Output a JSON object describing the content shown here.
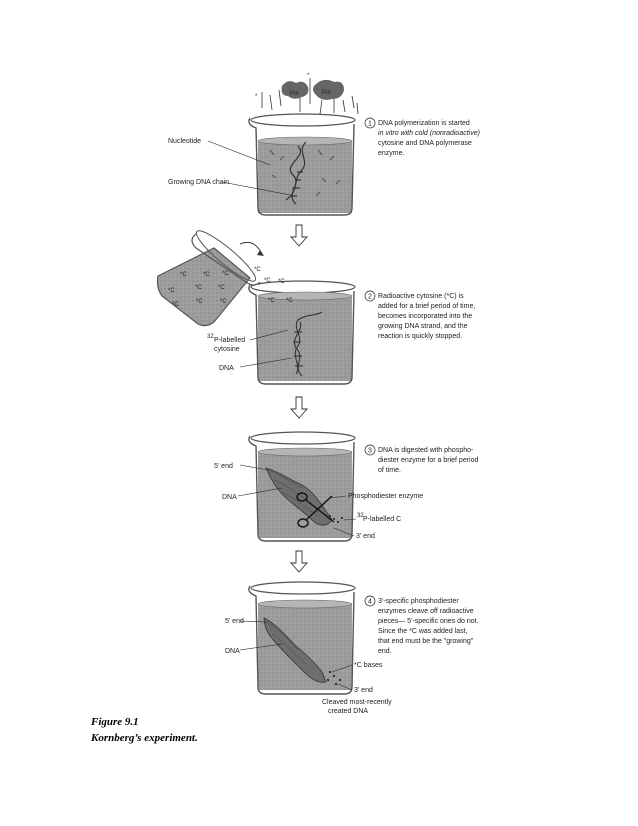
{
  "panel1": {
    "labels": {
      "nucleotide": "Nucleotide",
      "growing_chain": "Growing DNA chain"
    },
    "step_number": "1",
    "text_lines": [
      "DNA polymerization is started",
      "in vitro with cold (nonradioactive)",
      "cytosine and DNA polymerase",
      "enzyme."
    ]
  },
  "panel2": {
    "labels": {
      "p32_super": "32",
      "p32_line1": "P-labelled",
      "p32_line2": "cytosine",
      "dna": "DNA"
    },
    "carbon_mark": "*C",
    "step_number": "2",
    "text_lines": [
      "Radioactive cytosine (*C) is",
      "added for a brief period of time,",
      "becomes incorporated into the",
      "growing DNA strand, and the",
      "reaction is quickly stopped."
    ]
  },
  "panel3": {
    "labels": {
      "five_end": "5' end",
      "dna": "DNA",
      "enzyme": "Phosphodiester enzyme",
      "p32_super": "32",
      "p32_c": "P-labelled C",
      "three_end": "3' end"
    },
    "step_number": "3",
    "text_lines": [
      "DNA is digested with phospho-",
      "diester enzyme for a brief period",
      "of time."
    ]
  },
  "panel4": {
    "labels": {
      "five_end": "5' end",
      "dna": "DNA",
      "c_bases": "*C bases",
      "three_end": "3' end",
      "cleaved_1": "Cleaved most-recently",
      "cleaved_2": "created DNA"
    },
    "step_number": "4",
    "text_lines": [
      "3'-specific phosphodiester",
      "enzymes cleave off radioactive",
      "pieces— 5'-specific ones do not.",
      "Since the *C was added last,",
      "that end must be the \"growing\"",
      "end."
    ]
  },
  "caption": {
    "line1": "Figure 9.1",
    "line2": "Kornberg’s experiment."
  },
  "colors": {
    "liquid": "#9a9a9a",
    "liquid_dark": "#7d7d7d",
    "glass": "#555555",
    "ink": "#222222"
  }
}
